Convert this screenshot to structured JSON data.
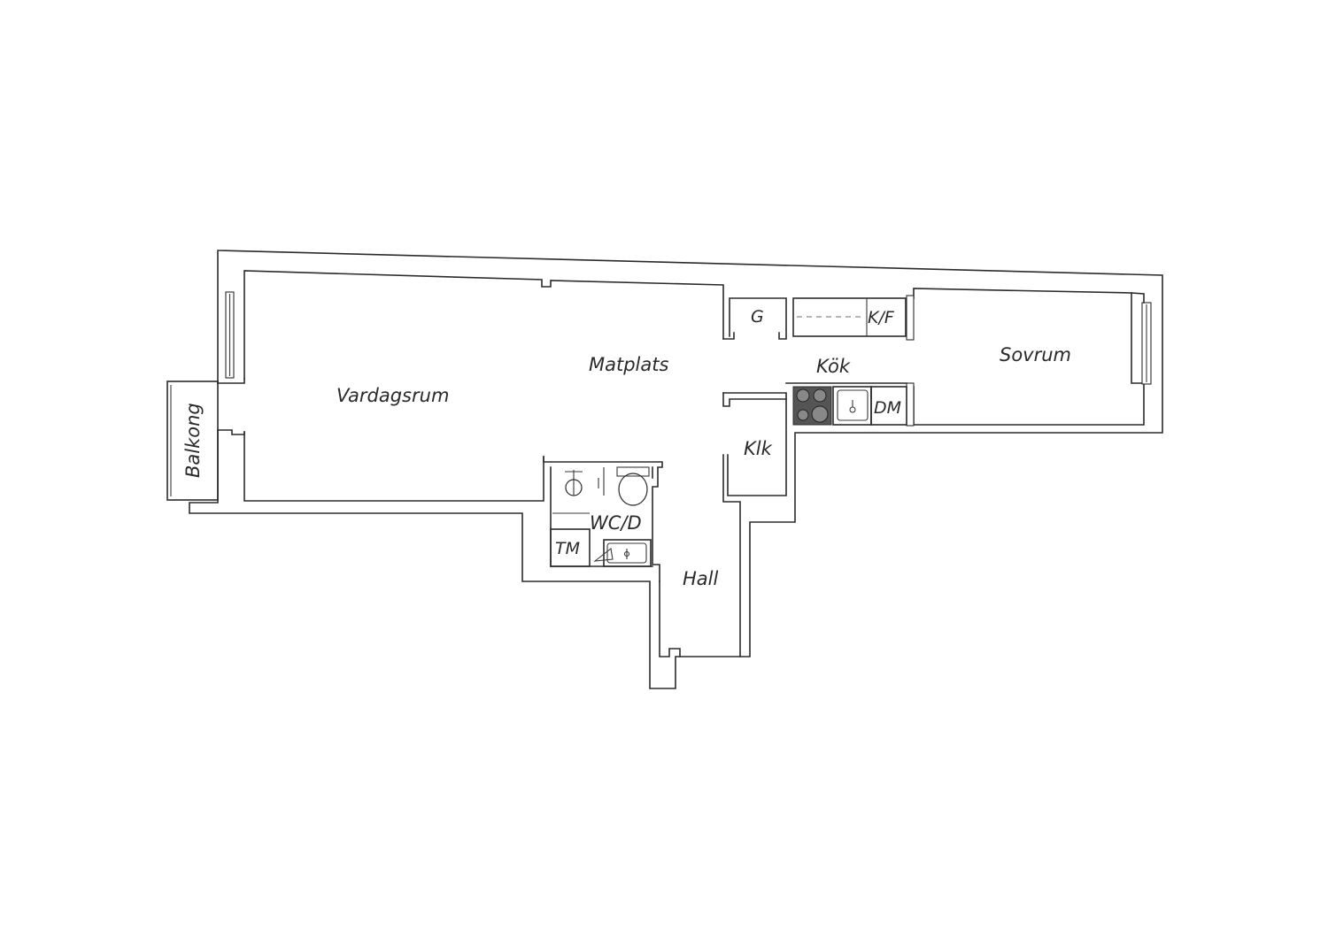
{
  "plan": {
    "rooms": {
      "vardagsrum": "Vardagsrum",
      "matplats": "Matplats",
      "kok": "Kök",
      "sovrum": "Sovrum",
      "balkong": "Balkong",
      "klk": "Klk",
      "hall": "Hall",
      "wc": "WC/D"
    },
    "fixtures": {
      "g": "G",
      "kf": "K/F",
      "dm": "DM",
      "tm": "TM"
    },
    "colors": {
      "wall": "#2b2b2b",
      "label": "#2a2a2a",
      "stove": "#555555"
    }
  }
}
